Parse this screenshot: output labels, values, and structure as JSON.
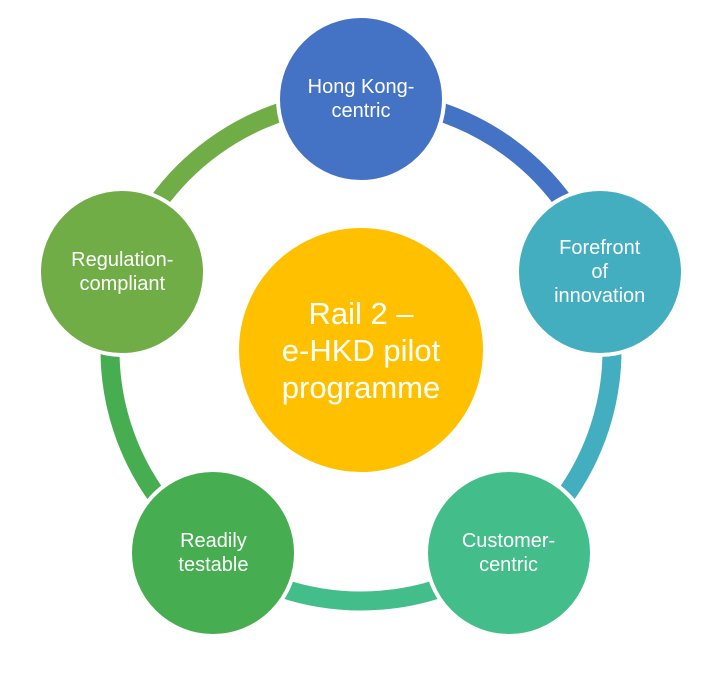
{
  "diagram": {
    "center": {
      "lines": [
        "Rail 2 –",
        "e-HKD pilot",
        "programme"
      ],
      "color": "#FFC000"
    },
    "nodes": [
      {
        "id": "hong-kong-centric",
        "lines": [
          "Hong Kong-",
          "centric"
        ],
        "color": "#4472C4"
      },
      {
        "id": "forefront-of-innovation",
        "lines": [
          "Forefront",
          "of",
          "innovation"
        ],
        "color": "#43AEC0"
      },
      {
        "id": "customer-centric",
        "lines": [
          "Customer-",
          "centric"
        ],
        "color": "#43BD8A"
      },
      {
        "id": "readily-testable",
        "lines": [
          "Readily",
          "testable"
        ],
        "color": "#46AE50"
      },
      {
        "id": "regulation-compliant",
        "lines": [
          "Regulation-",
          "compliant"
        ],
        "color": "#70AD47"
      }
    ]
  }
}
